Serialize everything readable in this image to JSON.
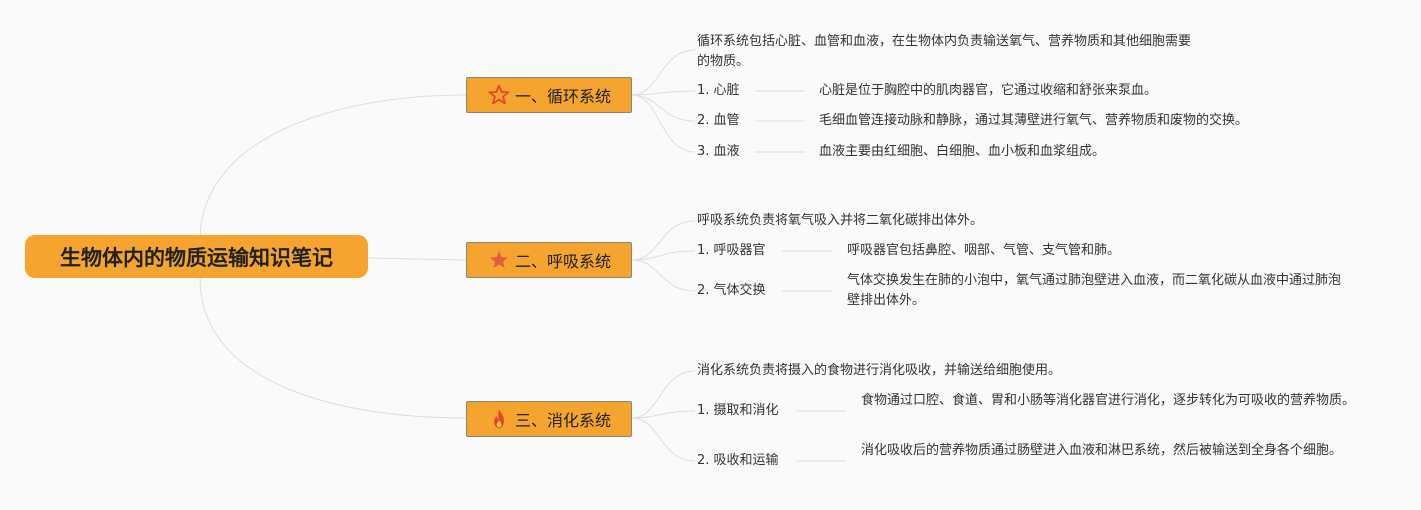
{
  "root": {
    "title": "生物体内的物质运输知识笔记"
  },
  "branches": [
    {
      "label": "一、循环系统",
      "icon": "star-outline-icon",
      "summary": "循环系统包括心脏、血管和血液，在生物体内负责输送氧气、营养物质和其他细胞需要的物质。",
      "items": [
        {
          "label": "1. 心脏",
          "desc": "心脏是位于胸腔中的肌肉器官，它通过收缩和舒张来泵血。"
        },
        {
          "label": "2. 血管",
          "desc": "毛细血管连接动脉和静脉，通过其薄壁进行氧气、营养物质和废物的交换。"
        },
        {
          "label": "3. 血液",
          "desc": "血液主要由红细胞、白细胞、血小板和血浆组成。"
        }
      ]
    },
    {
      "label": "二、呼吸系统",
      "icon": "star-filled-icon",
      "summary": "呼吸系统负责将氧气吸入并将二氧化碳排出体外。",
      "items": [
        {
          "label": "1. 呼吸器官",
          "desc": "呼吸器官包括鼻腔、咽部、气管、支气管和肺。"
        },
        {
          "label": "2. 气体交换",
          "desc": "气体交换发生在肺的小泡中，氧气通过肺泡壁进入血液，而二氧化碳从血液中通过肺泡壁排出体外。"
        }
      ]
    },
    {
      "label": "三、消化系统",
      "icon": "fire-icon",
      "summary": "消化系统负责将摄入的食物进行消化吸收，并输送给细胞使用。",
      "items": [
        {
          "label": "1. 摄取和消化",
          "desc": "食物通过口腔、食道、胃和小肠等消化器官进行消化，逐步转化为可吸收的营养物质。"
        },
        {
          "label": "2. 吸收和运输",
          "desc": "消化吸收后的营养物质通过肠壁进入血液和淋巴系统，然后被输送到全身各个细胞。"
        }
      ]
    }
  ],
  "colors": {
    "node": "#f5a52f",
    "node_border": "#7c8b7a",
    "line": "#d9d9d9",
    "icon_red": "#e8452c"
  }
}
